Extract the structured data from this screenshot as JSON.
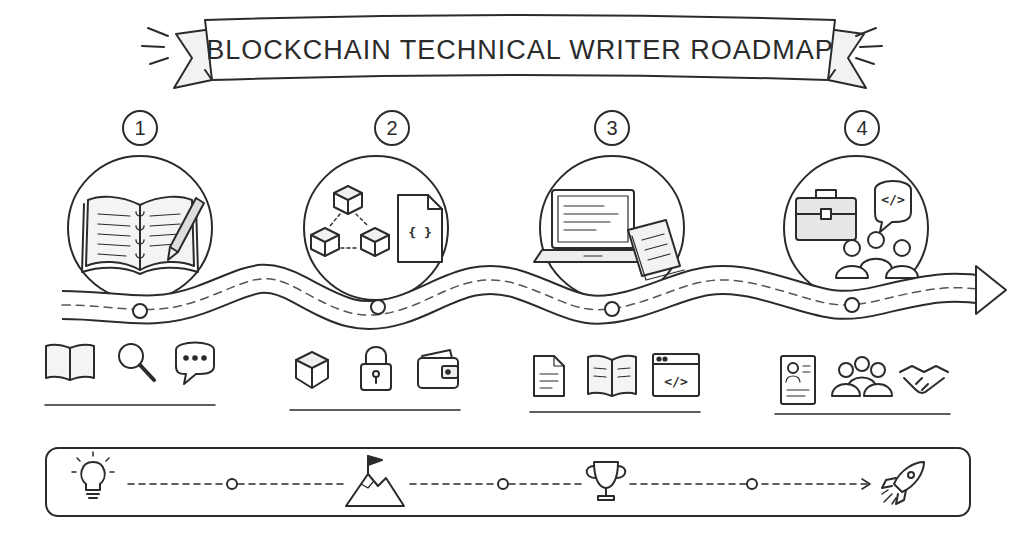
{
  "diagram": {
    "title": "BLOCKCHAIN TECHNICAL WRITER ROADMAP",
    "nodes": [
      {
        "text": [
          "1"
        ]
      },
      {
        "text": [
          "2"
        ]
      },
      {
        "text": [
          "3"
        ]
      },
      {
        "text": [
          "4"
        ]
      }
    ],
    "labels": [
      "{ }",
      "</>",
      "</>"
    ]
  }
}
